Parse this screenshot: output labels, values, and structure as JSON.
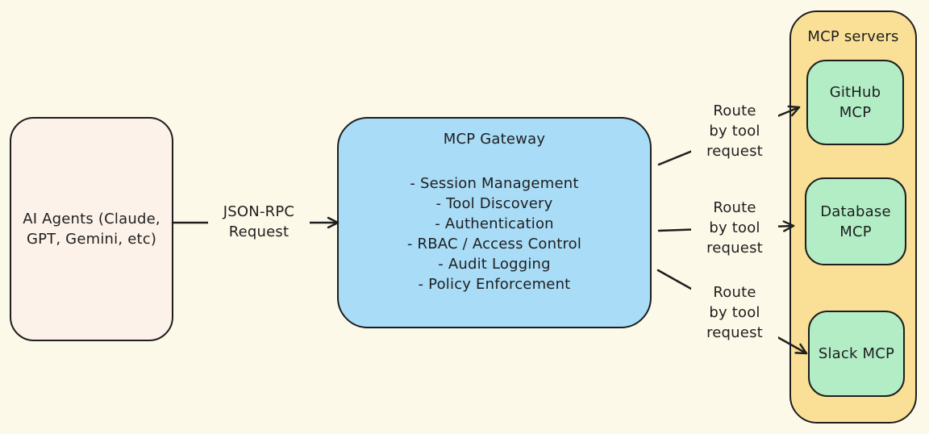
{
  "diagram": {
    "colors": {
      "background": "#FDF9E8",
      "stroke": "#1e1e1e",
      "agents_fill": "#FDF2E9",
      "gateway_fill": "#A9DCF7",
      "servers_group_fill": "#F9E096",
      "server_item_fill": "#B2EDC6"
    },
    "agents": {
      "label": "AI Agents (Claude,\nGPT, Gemini, etc)"
    },
    "gateway": {
      "title": "MCP Gateway",
      "features": [
        "- Session Management",
        "- Tool Discovery",
        "- Authentication",
        "- RBAC / Access Control",
        "- Audit Logging",
        "- Policy Enforcement"
      ]
    },
    "servers": {
      "title": "MCP servers",
      "items": [
        {
          "label": "GitHub\nMCP"
        },
        {
          "label": "Database\nMCP"
        },
        {
          "label": "Slack MCP"
        }
      ]
    },
    "edges": {
      "json_rpc": {
        "label": "JSON-RPC\nRequest"
      },
      "route1": {
        "label": "Route\nby tool\nrequest"
      },
      "route2": {
        "label": "Route\nby tool\nrequest"
      },
      "route3": {
        "label": "Route\nby tool\nrequest"
      }
    }
  }
}
